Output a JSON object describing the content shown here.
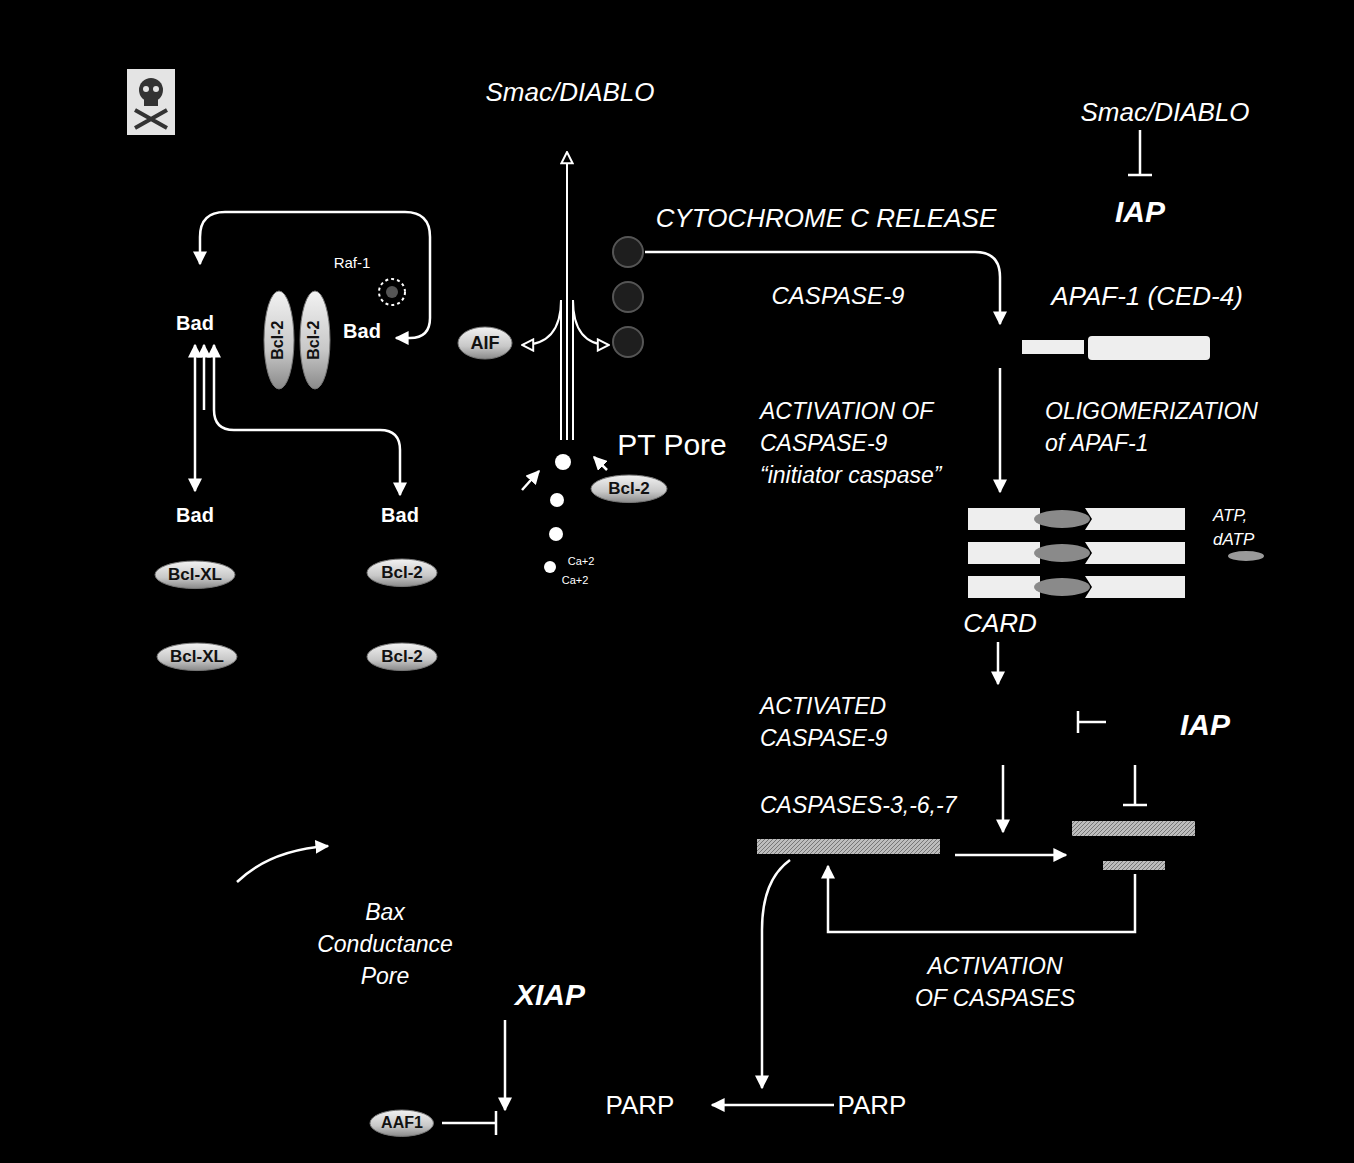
{
  "diagram": {
    "nodes": [
      {
        "text": [
          "Bcl-2"
        ]
      },
      {
        "text": [
          "Bcl-2"
        ]
      },
      {
        "text": [
          "AIF"
        ]
      },
      {
        "text": [
          "Bcl-2"
        ]
      },
      {
        "text": [
          "Bcl-XL"
        ]
      },
      {
        "text": [
          "Bcl-2"
        ]
      },
      {
        "text": [
          "Bcl-XL"
        ]
      },
      {
        "text": [
          "Bcl-2"
        ]
      },
      {
        "text": [
          "AAF1"
        ]
      }
    ],
    "labels": [
      "Smac/DIABLO",
      "Smac/DIABLO",
      "CYTOCHROME C RELEASE",
      "IAP",
      "Raf-1",
      "Bad",
      "Bad",
      "CASPASE-9",
      "APAF-1 (CED-4)",
      "PT Pore",
      "ACTIVATION OF CASPASE-9 “initiator caspase”",
      "OLIGOMERIZATION of APAF-1",
      "Bad",
      "Bad",
      "Ca+2",
      "Ca+2",
      "ATP, dATP",
      "CARD",
      "ACTIVATED CASPASE-9",
      "IAP",
      "CASPASES-3,-6,-7",
      "ACTIVATION OF CASPASES",
      "Bax Conductance Pore",
      "XIAP",
      "PARP",
      "PARP"
    ]
  }
}
